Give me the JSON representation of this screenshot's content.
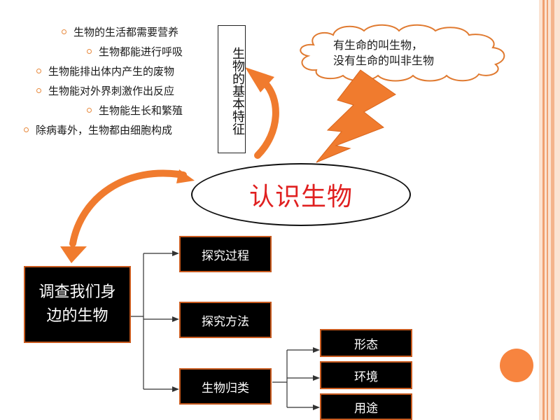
{
  "traits": [
    "生物的生活都需要营养",
    "生物都能进行呼吸",
    "生物能排出体内产生的废物",
    "生物能对外界刺激作出反应",
    "生物能生长和繁殖",
    "除病毒外，生物都由细胞构成"
  ],
  "traits_title": "生物的基本特征",
  "cloud": {
    "line1": "有生命的叫生物，",
    "line2": "没有生命的叫非生物"
  },
  "center": "认识生物",
  "survey": {
    "line1": "调查我们身",
    "line2": "边的生物"
  },
  "branches": {
    "process": "探究过程",
    "method": "探究方法",
    "classify": "生物归类"
  },
  "classes": {
    "form": "形态",
    "environment": "环境",
    "use": "用途"
  },
  "colors": {
    "accent": "#f07b2e",
    "bullet": "#e88a3e",
    "title_red": "#e02020",
    "box_border": "#c85a1e"
  }
}
